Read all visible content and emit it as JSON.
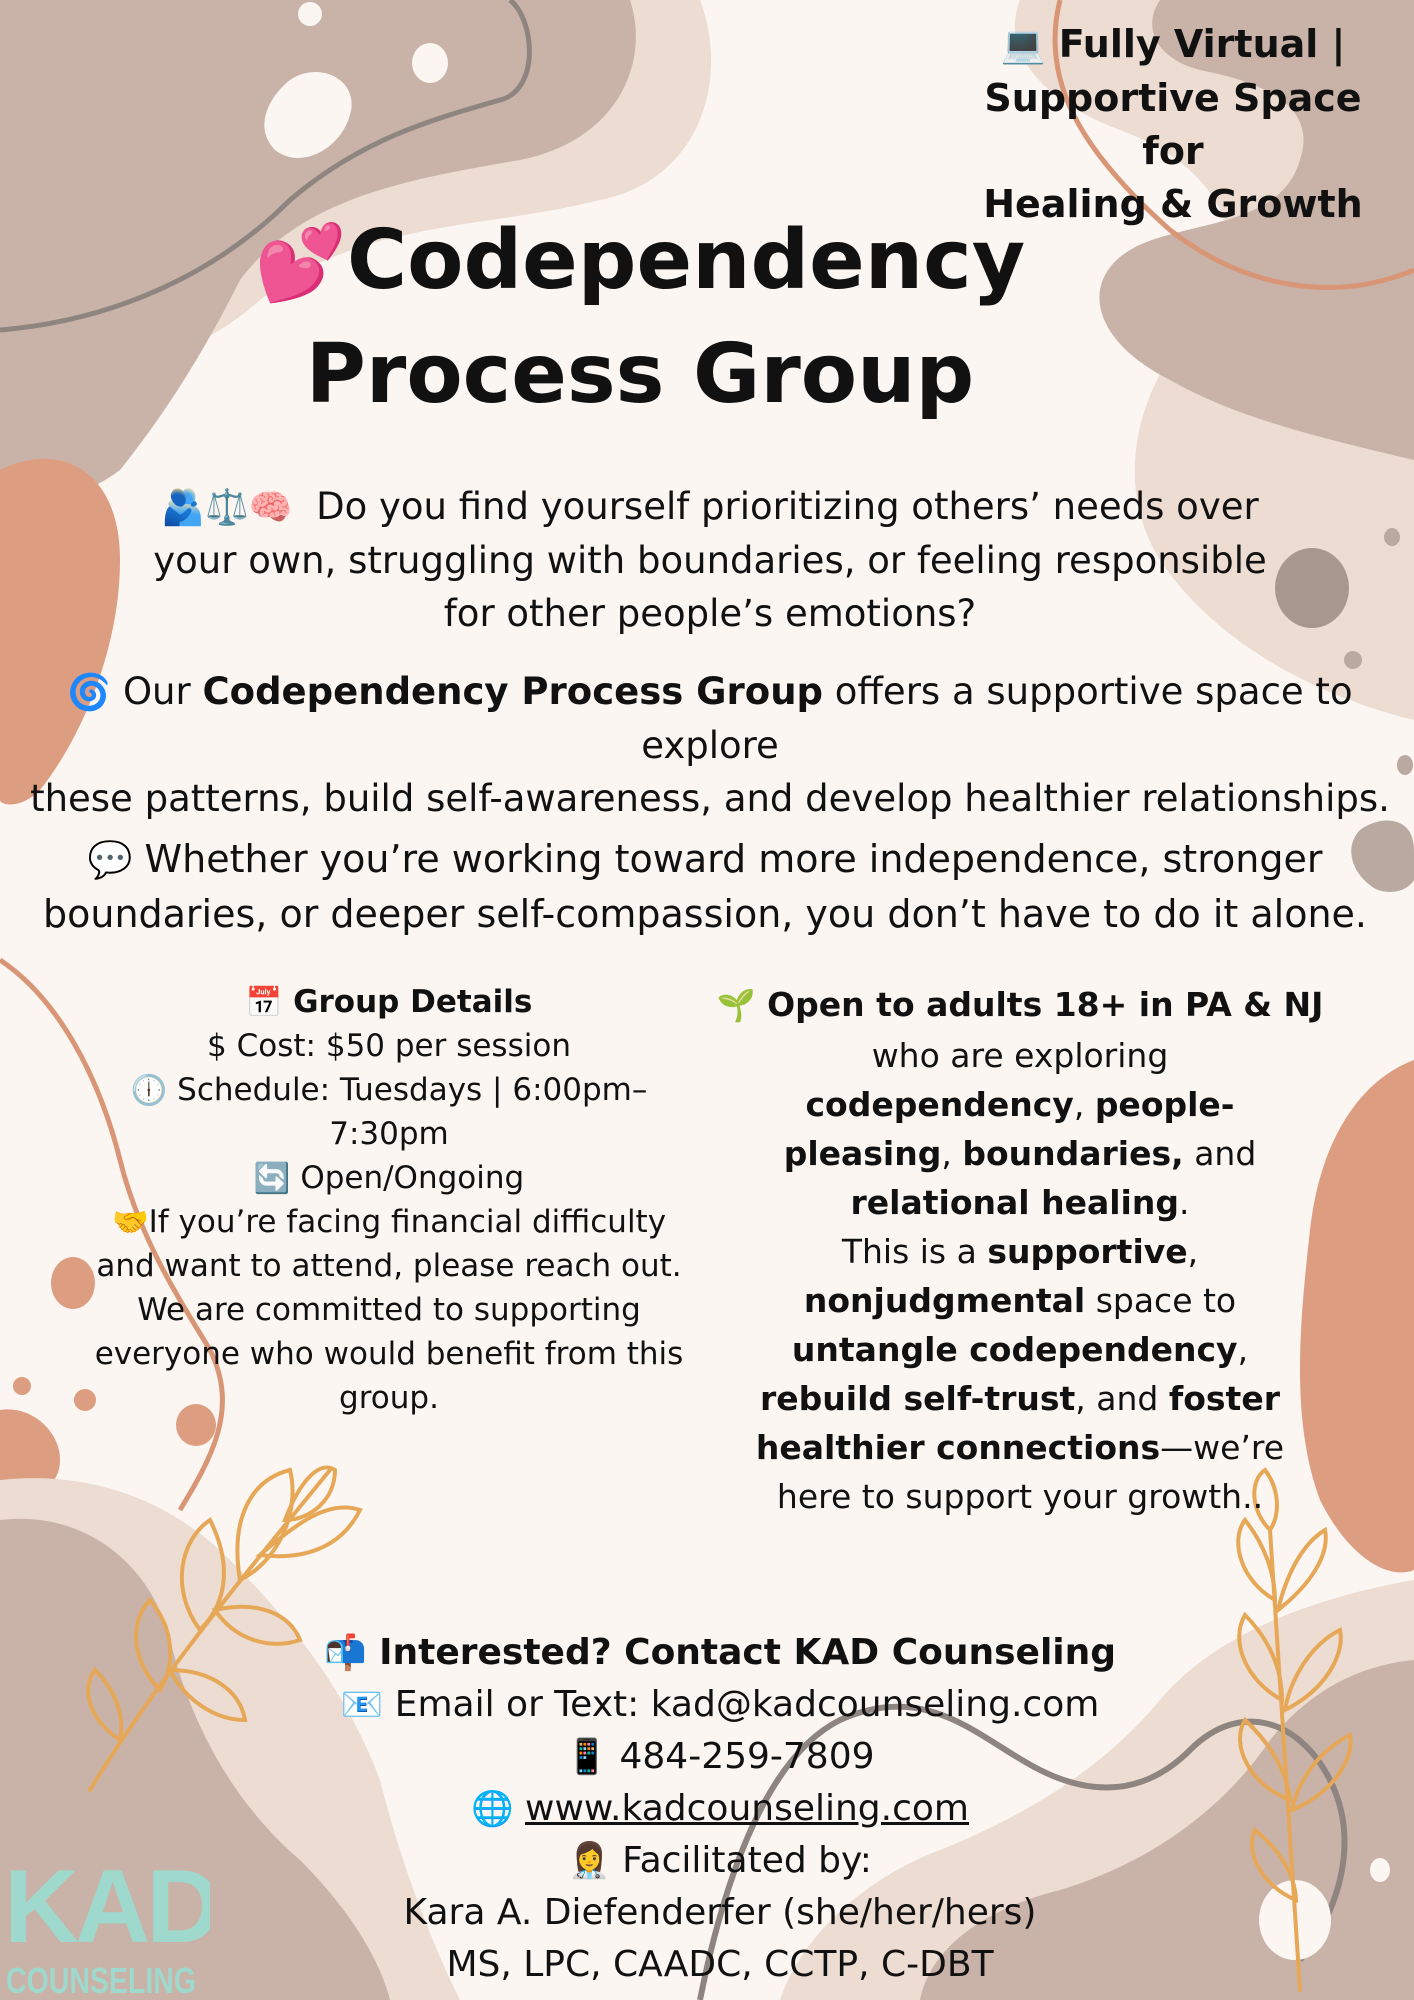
{
  "colors": {
    "background": "#fbf6f2",
    "taupe": "#c9b3a8",
    "sand": "#ecdcd1",
    "terracotta": "#dd9d80",
    "gold_leaf": "#e6a857",
    "logo_teal": "#9fd8cc"
  },
  "tagline": {
    "icon": "laptop-icon",
    "icon_glyph": "💻",
    "line1": "Fully Virtual |",
    "line2": "Supportive Space for",
    "line3": "Healing & Growth"
  },
  "title": {
    "icon": "two-hearts-icon",
    "icon_glyph": "💕",
    "line1": "Codependency",
    "line2": "Process Group"
  },
  "intro": {
    "icons": "🫂⚖️🧠",
    "line1": "Do you find yourself prioritizing others’ needs over",
    "line2": "your own, struggling with boundaries, or feeling responsible",
    "line3": "for other people’s emotions?"
  },
  "offer": {
    "icon_glyph": "🌀",
    "pre": "Our",
    "name": "Codependency Process Group",
    "post": "offers a supportive space to explore",
    "line2": "these patterns, build self-awareness, and develop healthier relationships."
  },
  "alone": {
    "icon_glyph": "💬",
    "line1": "Whether you’re working toward more independence, stronger",
    "line2": "boundaries, or deeper self-compassion, you don’t have to do it alone."
  },
  "details": {
    "heading_icon": "📅",
    "heading": "Group Details",
    "cost_icon": "$",
    "cost": "Cost: $50 per session",
    "schedule_icon": "🕕",
    "schedule_line1": "Schedule: Tuesdays | 6:00pm–",
    "schedule_line2": "7:30pm",
    "ongoing_icon": "🔄",
    "ongoing": "Open/Ongoing",
    "financial_icon": "🤝",
    "financial_line1": "If you’re facing financial difficulty",
    "financial_line2": "and want to attend, please reach out.",
    "financial_line3": "We are committed to supporting",
    "financial_line4": "everyone who would benefit from this",
    "financial_line5": "group."
  },
  "audience": {
    "icon_glyph": "🌱",
    "heading": "Open to adults 18+ in PA & NJ",
    "l2": "who are exploring",
    "codependency": "codependency",
    "comma": ",",
    "people": "people-",
    "pleasing": "pleasing",
    "boundaries": "boundaries,",
    "and": "and",
    "relational": "relational healing",
    "period": ".",
    "this_is_a": "This is a",
    "supportive": "supportive",
    "nonjudgmental": "nonjudgmental",
    "space_to": "space to",
    "untangle": "untangle codependency",
    "rebuild": "rebuild self-trust",
    "and2": ", and",
    "foster": "foster",
    "healthier": "healthier connections",
    "were": "—we’re",
    "last": "here to support your growth.."
  },
  "contact": {
    "heading_icon": "📬",
    "heading": "Interested? Contact KAD Counseling",
    "email_icon": "📧",
    "email_label": "Email or Text: kad@kadcounseling.com",
    "phone_icon": "📱",
    "phone": "484-259-7809",
    "web_icon": "🌐",
    "website": "www.kadcounseling.com",
    "facilitator_icons": "👩‍⚕️",
    "facilitated_by": "Facilitated by:",
    "name": "Kara A. Diefenderfer (she/her/hers)",
    "credentials": "MS, LPC, CAADC, CCTP, C-DBT"
  },
  "logo": {
    "mark": "KAD",
    "word": "COUNSELING"
  }
}
